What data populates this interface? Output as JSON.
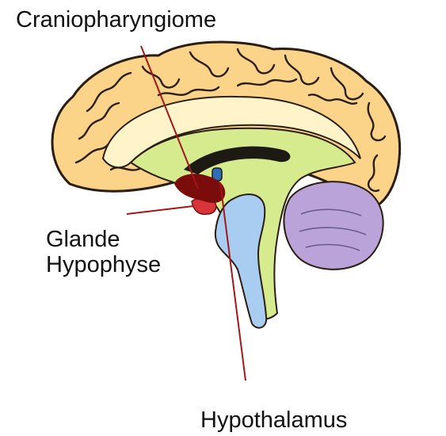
{
  "labels": {
    "craniopharyngiome": "Craniopharyngiome",
    "glande": "Glande",
    "hypophyse": "Hypophyse",
    "hypothalamus": "Hypothalamus"
  },
  "colors": {
    "cortex": "#fbd48a",
    "cortex_outline": "#2a1d12",
    "corpus_callosum": "#fff3c9",
    "diencephalon": "#d6ea8e",
    "brainstem": "#a9cdf0",
    "cerebellum": "#b9a3d8",
    "tumor": "#7a0c0c",
    "pituitary": "#d8353a",
    "pointer_line": "#a01818",
    "small_nucleus": "#2e6fb8"
  }
}
